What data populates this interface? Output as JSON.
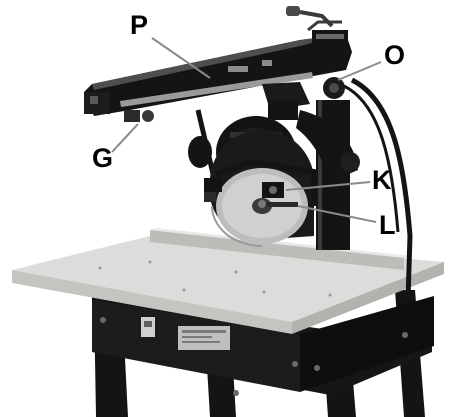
{
  "callouts": {
    "p": "P",
    "o": "O",
    "g": "G",
    "k": "K",
    "l": "L"
  },
  "colors": {
    "machine": "#141414",
    "highlight": "#5a5a5a",
    "table_top": "#dcdcda",
    "table_edge": "#c4c4c0",
    "blade": "#bdbdbd",
    "leader": "#8a8a8a"
  }
}
